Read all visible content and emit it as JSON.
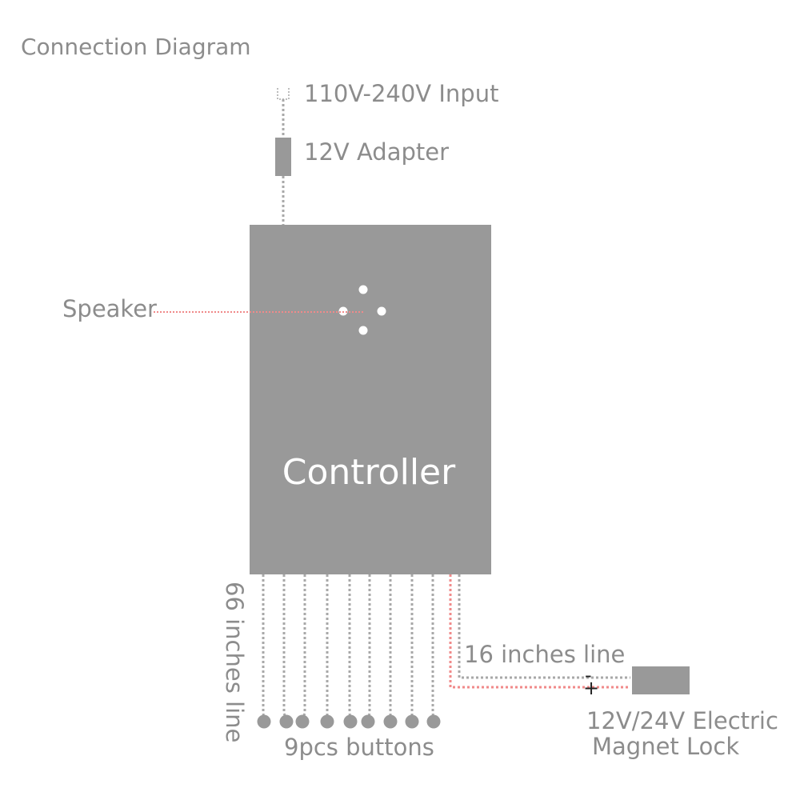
{
  "title": "Connection Diagram",
  "input": {
    "label": "110V-240V Input"
  },
  "adapter": {
    "label": "12V Adapter"
  },
  "speaker": {
    "label": "Speaker"
  },
  "controller": {
    "label": "Controller"
  },
  "button_line": {
    "label": "66 inches line"
  },
  "buttons": {
    "label": "9pcs buttons",
    "count": 9
  },
  "lock_line": {
    "label": "16 inches line",
    "minus": "-",
    "plus": "+"
  },
  "lock": {
    "label_line1": "12V/24V Electric",
    "label_line2": "Magnet Lock"
  },
  "colors": {
    "box": "#999999",
    "text": "#8c8c8c",
    "wire": "#a8a8a8",
    "red_wire": "#f08a8a"
  }
}
